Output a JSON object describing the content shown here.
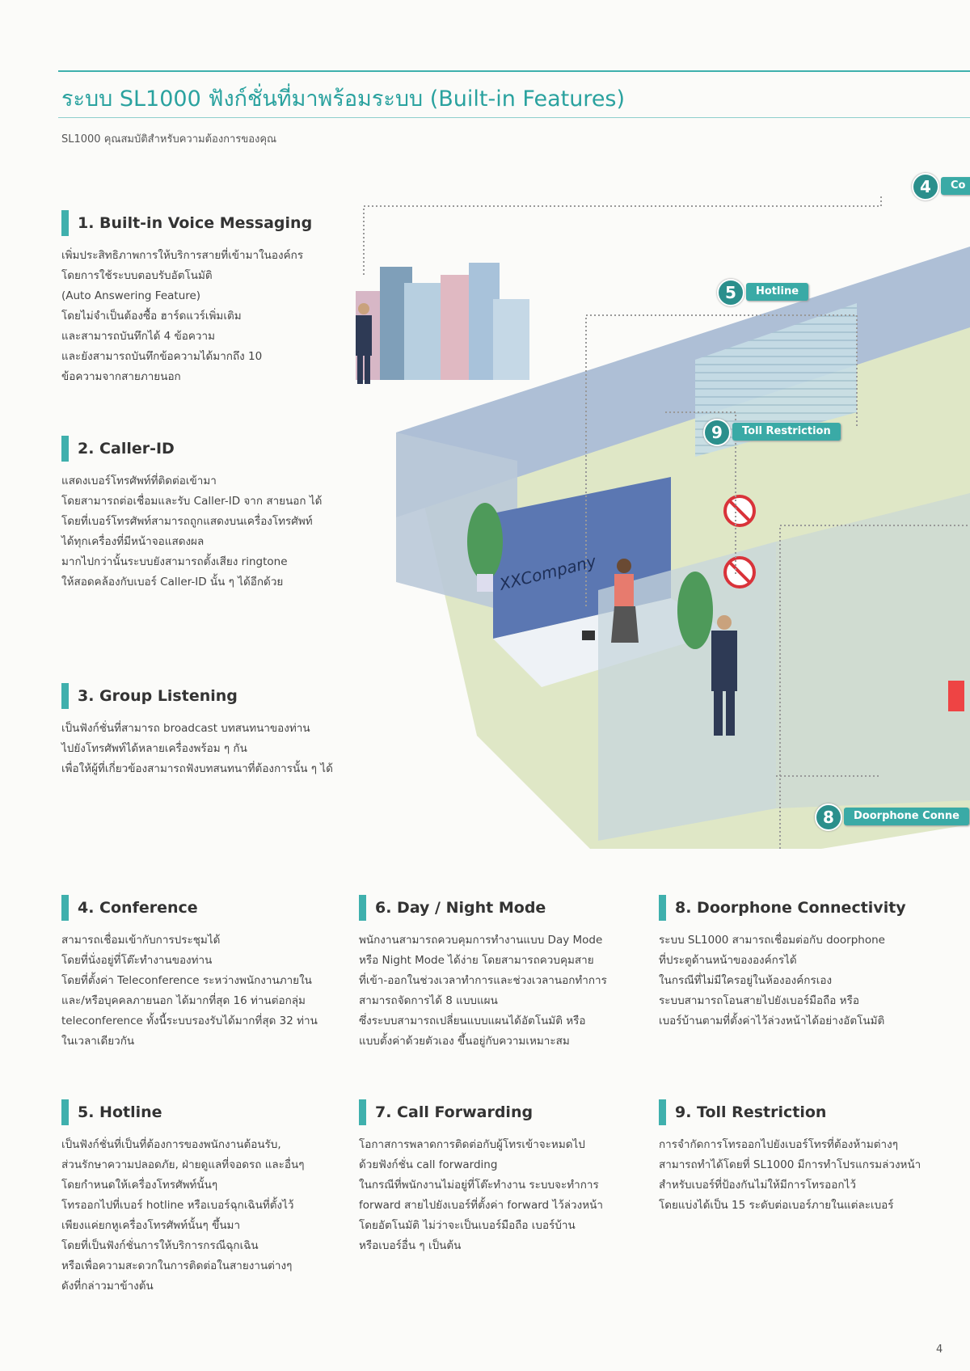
{
  "header": {
    "title": "ระบบ SL1000 ฟังก์ชั่นที่มาพร้อมระบบ  (Built-in Features)",
    "subtitle": "SL1000 คุณสมบัติสำหรับความต้องการของคุณ"
  },
  "sections": [
    {
      "title": "1. Built-in Voice Messaging",
      "body": "เพิ่มประสิทธิภาพการให้บริการสายที่เข้ามาในองค์กร\nโดยการใช้ระบบตอบรับอัตโนมัติ\n(Auto Answering Feature)\nโดยไม่จำเป็นต้องซื้อ ฮาร์ดแวร์เพิ่มเติม\nและสามารถบันทึกได้ 4 ข้อความ\nและยังสามารถบันทึกข้อความได้มากถึง 10\nข้อความจากสายภายนอก"
    },
    {
      "title": "2. Caller-ID",
      "body": "แสดงเบอร์โทรศัพท์ที่ติดต่อเข้ามา\nโดยสามารถต่อเชื่อมและรับ Caller-ID จาก สายนอก ได้\nโดยที่เบอร์โทรศัพท์สามารถถูกแสดงบนเครื่องโทรศัพท์\nได้ทุกเครื่องที่มีหน้าจอแสดงผล\nมากไปกว่านั้นระบบยังสามารถตั้งเสียง ringtone\nให้สอดคล้องกับเบอร์ Caller-ID นั้น ๆ ได้อีกด้วย"
    },
    {
      "title": "3. Group Listening",
      "body": "เป็นฟังก์ชั่นที่สามารถ broadcast บทสนทนาของท่าน\nไปยังโทรศัพท์ได้หลายเครื่องพร้อม ๆ กัน\nเพื่อให้ผู้ที่เกี่ยวข้องสามารถฟังบทสนทนาที่ต้องการนั้น ๆ ได้"
    },
    {
      "title": "4. Conference",
      "body": "สามารถเชื่อมเข้ากับการประชุมได้\nโดยที่นั่งอยู่ที่โต๊ะทำงานของท่าน\nโดยที่ตั้งค่า Teleconference ระหว่างพนักงานภายใน\nและ/หรือบุคคลภายนอก ได้มากที่สุด 16 ท่านต่อกลุ่ม\nteleconference ทั้งนี้ระบบรองรับได้มากที่สุด 32 ท่าน\nในเวลาเดียวกัน"
    },
    {
      "title": "5. Hotline",
      "body": "เป็นฟังก์ชั่นที่เป็นที่ต้องการของพนักงานต้อนรับ,\nส่วนรักษาความปลอดภัย, ฝ่ายดูแลที่จอดรถ และอื่นๆ\nโดยกำหนดให้เครื่องโทรศัพท์นั้นๆ\nโทรออกไปที่เบอร์ hotline หรือเบอร์ฉุกเฉินที่ตั้งไว้\nเพียงแค่ยกหูเครื่องโทรศัพท์นั้นๆ ขึ้นมา\nโดยที่เป็นฟังก์ชั่นการให้บริการกรณีฉุกเฉิน\nหรือเพื่อความสะดวกในการติดต่อในสายงานต่างๆ\nดังที่กล่าวมาข้างต้น"
    },
    {
      "title": "6. Day / Night Mode",
      "body": "พนักงานสามารถควบคุมการทำงานแบบ Day Mode\nหรือ Night Mode ได้ง่าย โดยสามารถควบคุมสาย\nที่เข้า-ออกในช่วงเวลาทำการและช่วงเวลานอกทำการ\nสามารถจัดการได้ 8 แบบแผน\nซึ่งระบบสามารถเปลี่ยนแบบแผนได้อัตโนมัติ หรือ\nแบบตั้งค่าด้วยตัวเอง ขึ้นอยู่กับความเหมาะสม"
    },
    {
      "title": "7. Call Forwarding",
      "body": "โอกาสการพลาดการติดต่อกับผู้โทรเข้าจะหมดไป\nด้วยฟังก์ชั่น call forwarding\nในกรณีที่พนักงานไม่อยู่ที่โต๊ะทำงาน ระบบจะทำการ\nforward สายไปยังเบอร์ที่ตั้งค่า forward ไว้ล่วงหน้า\nโดยอัตโนมัติ ไม่ว่าจะเป็นเบอร์มือถือ เบอร์บ้าน\nหรือเบอร์อื่น ๆ เป็นต้น"
    },
    {
      "title": "8. Doorphone Connectivity",
      "body": "ระบบ SL1000 สามารถเชื่อมต่อกับ doorphone\nที่ประตูด้านหน้าขององค์กรได้\nในกรณีที่ไม่มีใครอยู่ในห้ององค์กรเอง\nระบบสามารถโอนสายไปยังเบอร์มือถือ หรือ\nเบอร์บ้านตามที่ตั้งค่าไว้ล่วงหน้าได้อย่างอัตโนมัติ"
    },
    {
      "title": "9. Toll Restriction",
      "body": "การจำกัดการโทรออกไปยังเบอร์โทรที่ต้องห้ามต่างๆ\nสามารถทำได้โดยที่ SL1000 มีการทำโปรแกรมล่วงหน้า\nสำหรับเบอร์ที่ป้องกันไม่ให้มีการโทรออกไว้\nโดยแบ่งได้เป็น 15 ระดับต่อเบอร์ภายในแต่ละเบอร์"
    }
  ],
  "illustration": {
    "company_sign": "XXCompany",
    "callouts": [
      {
        "num": "4",
        "label": "Co"
      },
      {
        "num": "5",
        "label": "Hotline"
      },
      {
        "num": "9",
        "label": "Toll Restriction"
      },
      {
        "num": "8",
        "label": "Doorphone Conne"
      }
    ]
  },
  "page_number": "4"
}
